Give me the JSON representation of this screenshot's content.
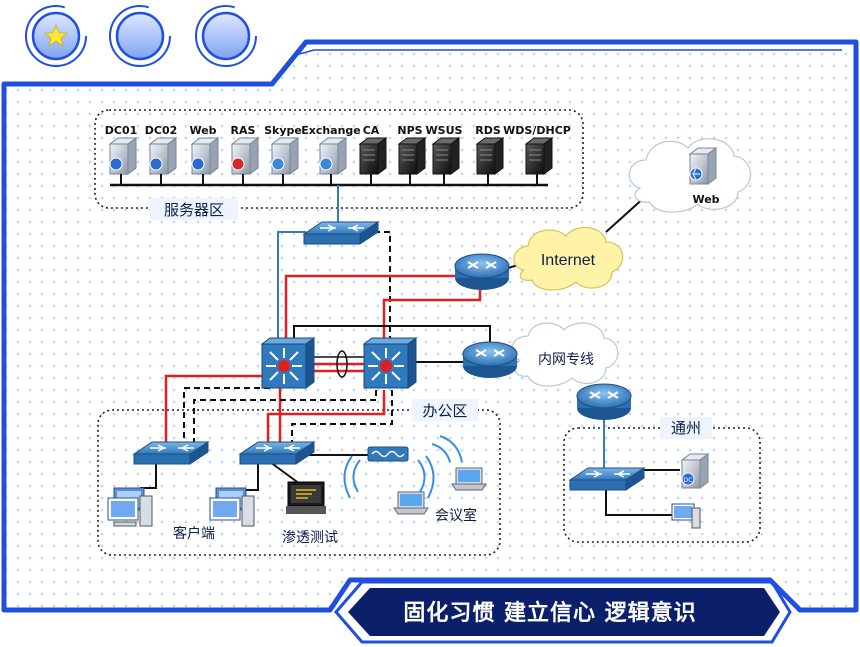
{
  "header_buttons": [
    {
      "name": "star-button",
      "icon": "star-icon"
    },
    {
      "name": "circle-button-2",
      "icon": "circle-icon"
    },
    {
      "name": "circle-button-3",
      "icon": "circle-icon"
    }
  ],
  "colors": {
    "frame_blue": "#1f4fe0",
    "banner_navy": "#0b1f6b",
    "red_link": "#e02020",
    "blue_link": "#3a78b8",
    "dot": "#c7d6f5"
  },
  "zones": {
    "servers": "服务器区",
    "office": "办公区",
    "tongzhou": "通州",
    "internet": "Internet",
    "intranet": "内网专线",
    "web_cloud": "Web"
  },
  "servers": [
    "DC01",
    "DC02",
    "Web",
    "RAS",
    "Skype",
    "Exchange",
    "CA",
    "NPS",
    "WSUS",
    "RDS",
    "WDS/DHCP"
  ],
  "office_labels": {
    "clients": "客户端",
    "pentest": "渗透测试",
    "meeting": "会议室"
  },
  "banner": "固化习惯  建立信心  逻辑意识"
}
